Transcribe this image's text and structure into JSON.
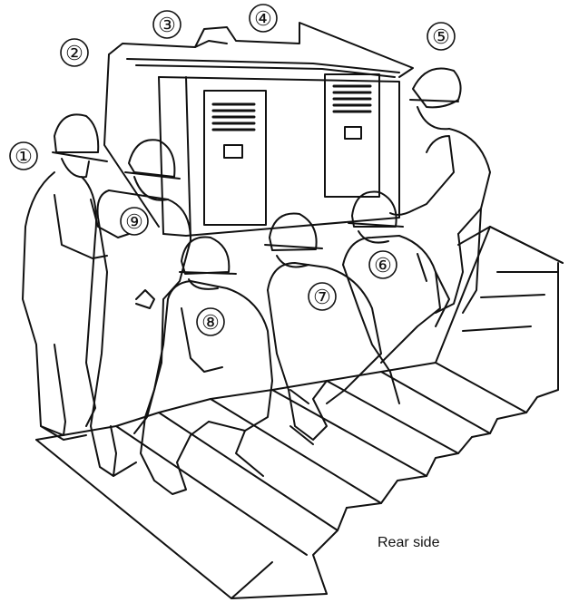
{
  "caption": "Rear side",
  "workers": [
    {
      "id": "worker-1",
      "label": "①"
    },
    {
      "id": "worker-2",
      "label": "②"
    },
    {
      "id": "worker-3",
      "label": "③"
    },
    {
      "id": "worker-4",
      "label": "④"
    },
    {
      "id": "worker-5",
      "label": "⑤"
    },
    {
      "id": "worker-6",
      "label": "⑥"
    },
    {
      "id": "worker-7",
      "label": "⑦"
    },
    {
      "id": "worker-8",
      "label": "⑧"
    },
    {
      "id": "worker-9",
      "label": "⑨"
    }
  ]
}
